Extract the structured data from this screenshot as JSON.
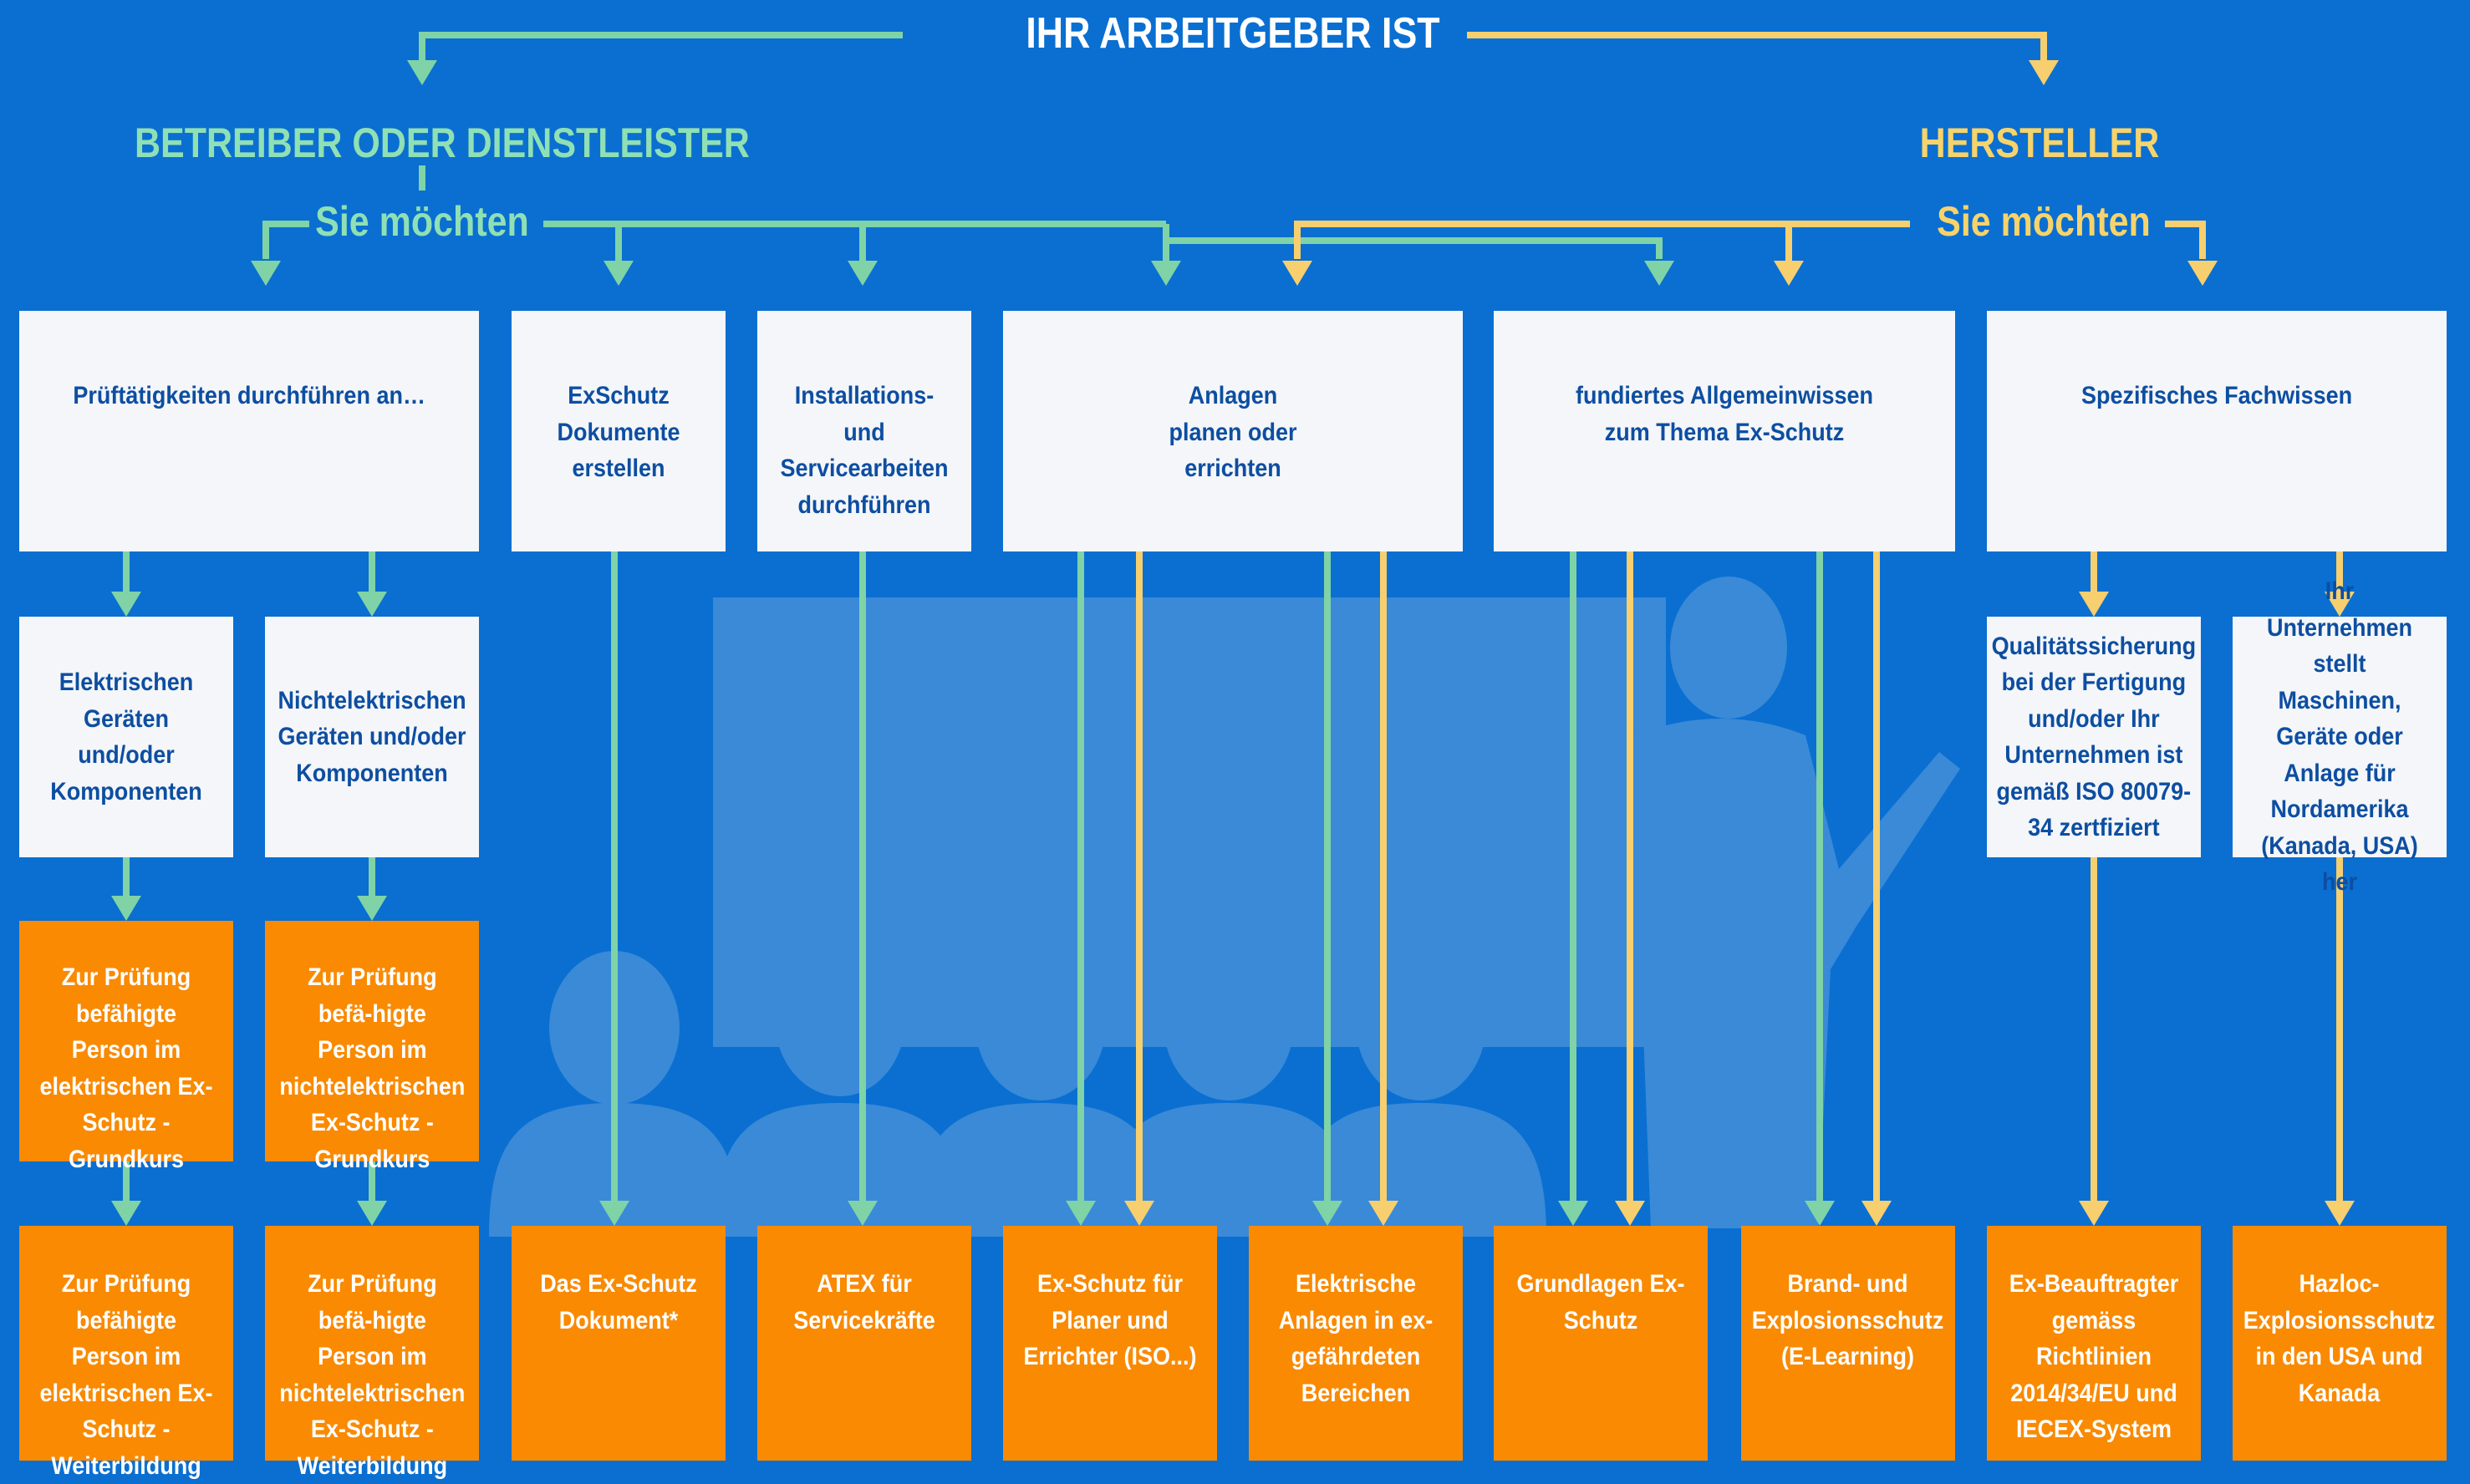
{
  "colors": {
    "background": "#0a6fd1",
    "green_line": "#7fd3a6",
    "yellow_line": "#f7cf6e",
    "green_text": "#8fe0b4",
    "yellow_text": "#f7d36b",
    "box_white": "#f4f6f9",
    "box_text": "#0d4ea1",
    "box_orange": "#f98a02",
    "silhouette": "#3a8ad8"
  },
  "headings": {
    "employer": "IHR ARBEITGEBER IST",
    "operator": "BETREIBER ODER DIENSTLEISTER",
    "manufacturer": "HERSTELLER",
    "operator_want": "Sie möchten",
    "manufacturer_want": "Sie möchten"
  },
  "goals": [
    "Prüftätigkeiten durchführen an…",
    "ExSchutz Dokumente erstellen",
    "Installations- und Servicearbeiten durchführen",
    "Anlagen planen oder errichten",
    "fundiertes Allgemeinwissen zum Thema Ex-Schutz",
    "Spezifisches Fachwissen"
  ],
  "subgoals": [
    "Elektrischen Geräten und/oder Komponenten",
    "Nichtelektrischen Geräten und/oder Komponenten",
    "Qualitätssicherung bei der Fertigung und/oder Ihr Unternehmen ist gemäß ISO 80079-34 zertfiziert",
    "Ihr Unternehmen stellt Maschinen, Geräte oder Anlage für Nordamerika (Kanada, USA) her"
  ],
  "basic_courses": [
    "Zur Prüfung befähigte Person im elektrischen Ex-Schutz - Grundkurs",
    "Zur Prüfung befä-higte Person im nichtelektrischen Ex-Schutz - Grundkurs"
  ],
  "courses": [
    "Zur Prüfung befähigte Person im elektrischen Ex-Schutz - Weiterbildung",
    "Zur Prüfung befä-higte Person im nichtelektrischen Ex-Schutz - Weiterbildung",
    "Das Ex-Schutz Dokument*",
    "ATEX für Servicekräfte",
    "Ex-Schutz für Planer und Errichter (ISO...)",
    "Elektrische Anlagen in ex-gefährdeten Bereichen",
    "Grundlagen Ex-Schutz",
    "Brand- und Explosionsschutz (E-Learning)",
    "Ex-Beauftragter gemäss Richtlinien 2014/34/EU und IECEX-System",
    "Hazloc-Explosionsschutz in den USA und Kanada"
  ]
}
